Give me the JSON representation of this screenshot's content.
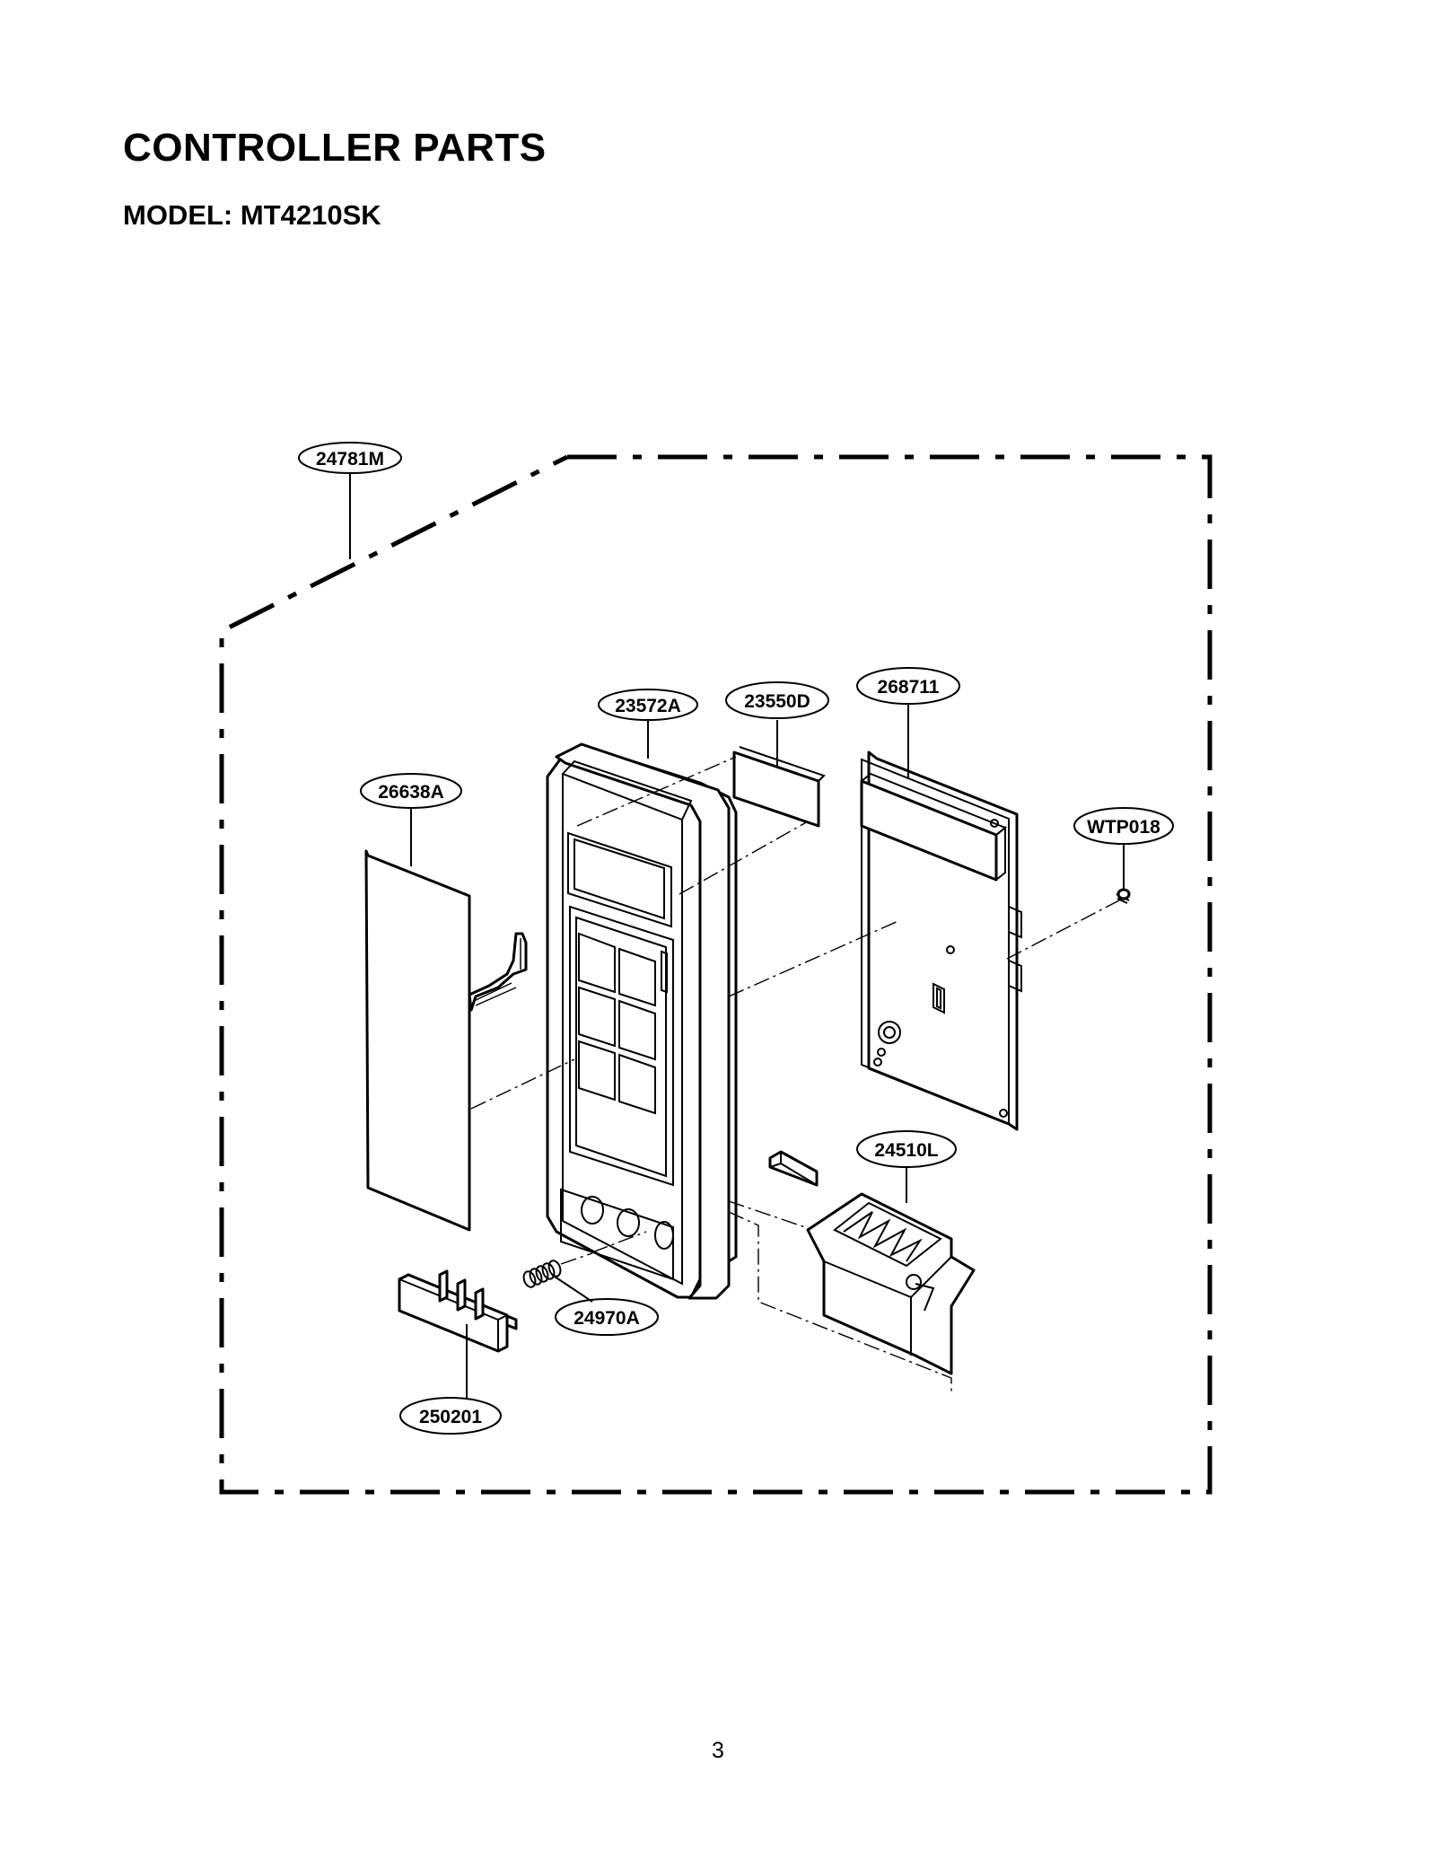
{
  "header": {
    "title": "CONTROLLER PARTS",
    "model": "MODEL: MT4210SK"
  },
  "parts": [
    {
      "id": "frame",
      "label": "24781M"
    },
    {
      "id": "panel",
      "label": "23572A"
    },
    {
      "id": "window",
      "label": "23550D"
    },
    {
      "id": "pcb",
      "label": "268711"
    },
    {
      "id": "screw",
      "label": "WTP018"
    },
    {
      "id": "membrane",
      "label": "26638A"
    },
    {
      "id": "latch",
      "label": "24510L"
    },
    {
      "id": "spring",
      "label": "24970A"
    },
    {
      "id": "button",
      "label": "250201"
    }
  ],
  "footer": {
    "page_number": "3"
  }
}
